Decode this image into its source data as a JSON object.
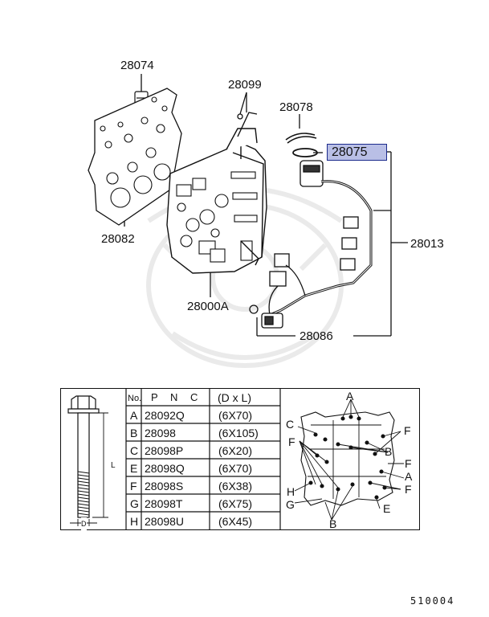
{
  "diagram": {
    "parts": {
      "p28074": "28074",
      "p28099": "28099",
      "p28078": "28078",
      "p28075": "28075",
      "p28082": "28082",
      "p28013": "28013",
      "p28000A": "28000A",
      "p28086": "28086"
    },
    "highlight_color": "#b9bfe6",
    "table": {
      "headers": {
        "no": "No.",
        "pnc": "P N C",
        "dim": "(D x L)"
      },
      "rows": [
        {
          "no": "A",
          "pnc": "28092Q",
          "dim": "(6X70)"
        },
        {
          "no": "B",
          "pnc": "28098",
          "dim": "(6X105)"
        },
        {
          "no": "C",
          "pnc": "28098P",
          "dim": "(6X20)"
        },
        {
          "no": "E",
          "pnc": "28098Q",
          "dim": "(6X70)"
        },
        {
          "no": "F",
          "pnc": "28098S",
          "dim": "(6X38)"
        },
        {
          "no": "G",
          "pnc": "28098T",
          "dim": "(6X75)"
        },
        {
          "no": "H",
          "pnc": "28098U",
          "dim": "(6X45)"
        }
      ],
      "bolt_labels": {
        "length": "L",
        "diameter": "D"
      },
      "layout_callouts": {
        "a_top": "A",
        "c": "C",
        "f_left": "F",
        "f_right_top": "F",
        "b_mid": "B",
        "f_right_mid": "F",
        "a_right": "A",
        "f_right_bot": "F",
        "h": "H",
        "g": "G",
        "e": "E",
        "b_bottom": "B"
      }
    },
    "footer_code": "510004"
  }
}
